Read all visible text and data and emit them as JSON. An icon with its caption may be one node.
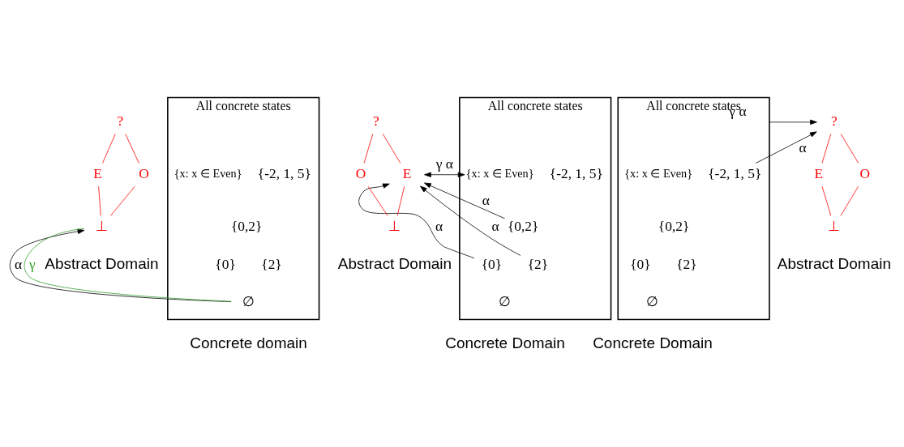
{
  "diagram": {
    "nodes": [
      {
        "text": [
          "All concrete states"
        ],
        "beside": [
          "Concrete domain"
        ]
      },
      {
        "text": [
          "{x: x ∈ Even}"
        ],
        "in": 0
      },
      {
        "text": [
          "{-2, 1, 5}"
        ],
        "in": 0
      },
      {
        "text": [
          "{0,2}"
        ],
        "in": 0
      },
      {
        "text": [
          "{0}"
        ],
        "in": 0
      },
      {
        "text": [
          "{2}"
        ],
        "in": 0
      },
      {
        "text": [
          "∅"
        ],
        "in": 0
      },
      {
        "text": [
          "?"
        ]
      },
      {
        "text": [
          "E"
        ]
      },
      {
        "text": [
          "O"
        ]
      },
      {
        "text": [
          "⊥"
        ]
      },
      {
        "text": [
          "All concrete states"
        ],
        "beside": [
          "Concrete Domain"
        ]
      },
      {
        "text": [
          "{x: x ∈ Even}"
        ],
        "in": 11
      },
      {
        "text": [
          "{-2, 1, 5}"
        ],
        "in": 11
      },
      {
        "text": [
          "{0,2}"
        ],
        "in": 11
      },
      {
        "text": [
          "{0}"
        ],
        "in": 11
      },
      {
        "text": [
          "{2}"
        ],
        "in": 11
      },
      {
        "text": [
          "∅"
        ],
        "in": 11
      },
      {
        "text": [
          "?"
        ]
      },
      {
        "text": [
          "E"
        ]
      },
      {
        "text": [
          "O"
        ]
      },
      {
        "text": [
          "⊥"
        ]
      },
      {
        "text": [
          "All concrete states"
        ],
        "beside": [
          "Concrete Domain"
        ]
      },
      {
        "text": [
          "{x: x ∈ Even}"
        ],
        "in": 22
      },
      {
        "text": [
          "{-2, 1, 5}"
        ],
        "in": 22
      },
      {
        "text": [
          "{0,2}"
        ],
        "in": 22
      },
      {
        "text": [
          "{0}"
        ],
        "in": 22
      },
      {
        "text": [
          "{2}"
        ],
        "in": 22
      },
      {
        "text": [
          "∅"
        ],
        "in": 22
      },
      {
        "text": [
          "?"
        ]
      },
      {
        "text": [
          "E"
        ]
      },
      {
        "text": [
          "O"
        ]
      },
      {
        "text": [
          "⊥"
        ]
      }
    ],
    "edges": [
      {
        "from": 10,
        "to": 6,
        "arrow": "none",
        "label": "γ",
        "color": "#33a02c"
      },
      {
        "from": 6,
        "to": 10,
        "arrow": "to",
        "label": "α",
        "color": "#000000"
      },
      {
        "from": 7,
        "to": 8,
        "arrow": "none",
        "color": "#ff0000"
      },
      {
        "from": 7,
        "to": 9,
        "arrow": "none",
        "color": "#ff0000"
      },
      {
        "from": 8,
        "to": 10,
        "arrow": "none",
        "color": "#ff0000"
      },
      {
        "from": 9,
        "to": 10,
        "arrow": "none",
        "color": "#ff0000"
      },
      {
        "from": 12,
        "to": 19,
        "arrow": "both",
        "label": "γ α",
        "color": "#000000"
      },
      {
        "from": 14,
        "to": 19,
        "arrow": "to",
        "label": "α",
        "color": "#000000"
      },
      {
        "from": 16,
        "to": 19,
        "arrow": "to",
        "label": "α",
        "color": "#000000"
      },
      {
        "from": 15,
        "to": 19,
        "arrow": "to",
        "label": "α",
        "color": "#000000"
      },
      {
        "from": 18,
        "to": 19,
        "arrow": "none",
        "color": "#ff0000"
      },
      {
        "from": 18,
        "to": 20,
        "arrow": "none",
        "color": "#ff0000"
      },
      {
        "from": 19,
        "to": 21,
        "arrow": "none",
        "color": "#ff0000"
      },
      {
        "from": 20,
        "to": 21,
        "arrow": "none",
        "color": "#ff0000"
      },
      {
        "from": 22,
        "to": 29,
        "arrow": "to",
        "label": "γ α",
        "color": "#000000"
      },
      {
        "from": 24,
        "to": 29,
        "arrow": "to",
        "label": "α",
        "color": "#000000"
      },
      {
        "from": 29,
        "to": 30,
        "arrow": "none",
        "color": "#ff0000"
      },
      {
        "from": 29,
        "to": 31,
        "arrow": "none",
        "color": "#ff0000"
      },
      {
        "from": 30,
        "to": 32,
        "arrow": "none",
        "color": "#ff0000"
      },
      {
        "from": 31,
        "to": 32,
        "arrow": "none",
        "color": "#ff0000"
      }
    ],
    "labels": [
      "Abstract Domain",
      "Abstract Domain",
      "Abstract Domain"
    ]
  }
}
